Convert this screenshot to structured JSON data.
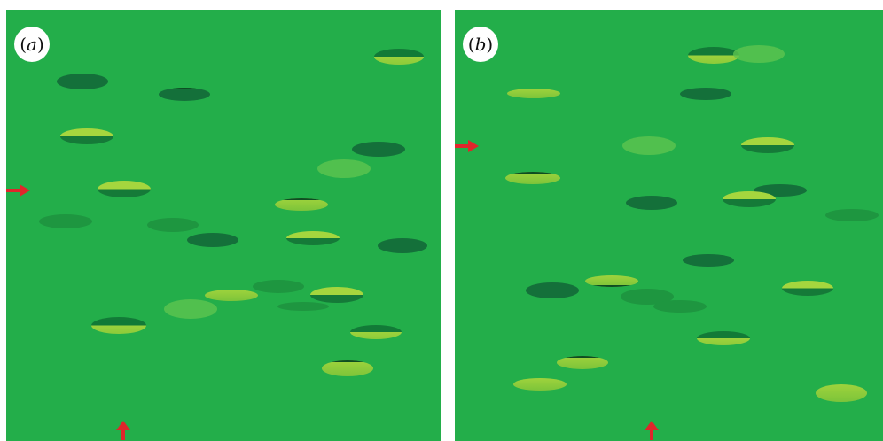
{
  "panels": [
    {
      "label_paren_open": "(",
      "label_letter": "a",
      "label_paren_close": ")"
    },
    {
      "label_paren_open": "(",
      "label_letter": "b",
      "label_paren_close": ")"
    }
  ],
  "colors": {
    "background_green": "#23ae4a",
    "leaf_dark": "#14703a",
    "leaf_light": "#9fd33c",
    "arrow_red": "#e0262b"
  },
  "arrows": {
    "panel_a": [
      "left-edge-arrow",
      "bottom-edge-arrow"
    ],
    "panel_b": [
      "left-edge-arrow",
      "bottom-edge-arrow"
    ]
  }
}
